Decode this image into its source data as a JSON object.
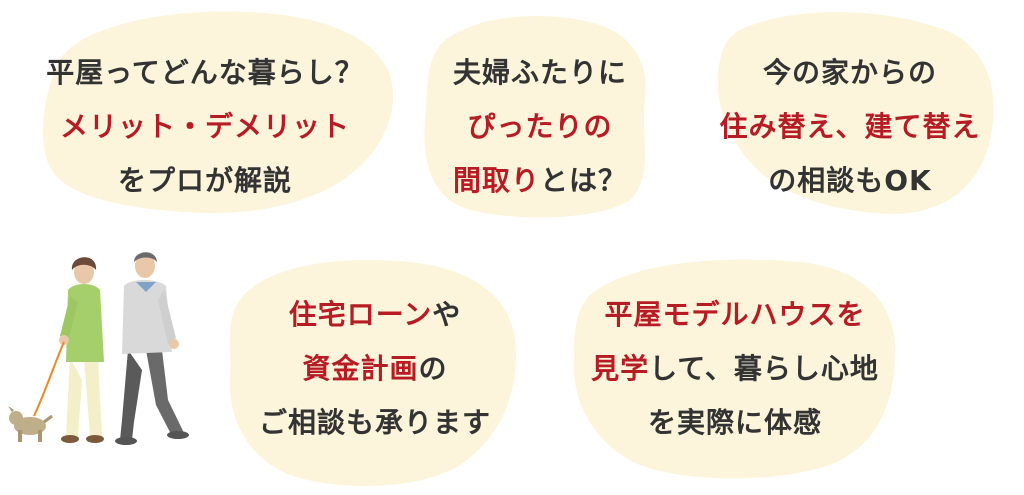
{
  "colors": {
    "blob": "#fcf5dc",
    "text": "#333333",
    "accent": "#b71c24"
  },
  "card1": {
    "line1": "平屋ってどんな暮らし？",
    "line2": "メリット・デメリット",
    "line3": "をプロが解説"
  },
  "card2": {
    "line1": "夫婦ふたりに",
    "line2": "ぴったりの",
    "line3_red": "間取り",
    "line3_rest": "とは？"
  },
  "card3": {
    "line1": "今の家からの",
    "line2": "住み替え、建て替え",
    "line3": "の相談もOK"
  },
  "card4": {
    "line1_red": "住宅ローン",
    "line1_rest": "や",
    "line2_red": "資金計画",
    "line2_rest": "の",
    "line3": "ご相談も承ります"
  },
  "card5": {
    "line1": "平屋モデルハウスを",
    "line2_red": "見学",
    "line2_rest": "して、暮らし心地",
    "line3": "を実際に体感"
  },
  "illustration": {
    "icon": "couple-walking-dog-illustration"
  }
}
